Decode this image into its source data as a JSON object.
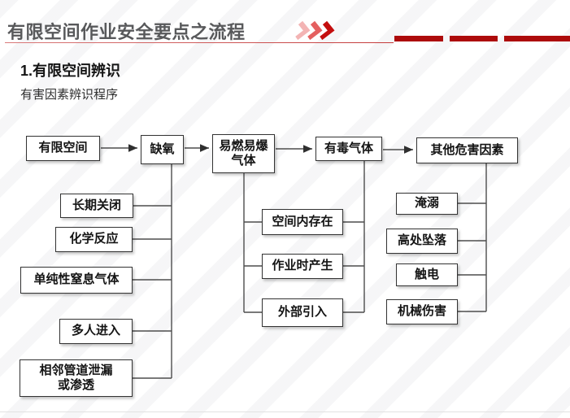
{
  "slide": {
    "title": "有限空间作业安全要点之流程",
    "section_heading": "1.有限空间辨识",
    "section_subtitle": "有害因素辨识程序",
    "accent_color": "#c00000",
    "header_bar_color": "#ad0b0b",
    "title_color": "#58595b"
  },
  "flowchart": {
    "main_flow": [
      {
        "label": "有限空间"
      },
      {
        "label": "缺氧"
      },
      {
        "label": "易燃易爆\n气体"
      },
      {
        "label": "有毒气体"
      },
      {
        "label": "其他危害因素"
      }
    ],
    "oxygen_deficiency_causes": [
      {
        "label": "长期关闭"
      },
      {
        "label": "化学反应"
      },
      {
        "label": "单纯性窒息气体"
      },
      {
        "label": "多人进入"
      },
      {
        "label": "相邻管道泄漏\n或渗透"
      }
    ],
    "gas_sources": [
      {
        "label": "空间内存在"
      },
      {
        "label": "作业时产生"
      },
      {
        "label": "外部引入"
      }
    ],
    "other_hazards": [
      {
        "label": "淹溺"
      },
      {
        "label": "高处坠落"
      },
      {
        "label": "触电"
      },
      {
        "label": "机械伤害"
      }
    ]
  }
}
